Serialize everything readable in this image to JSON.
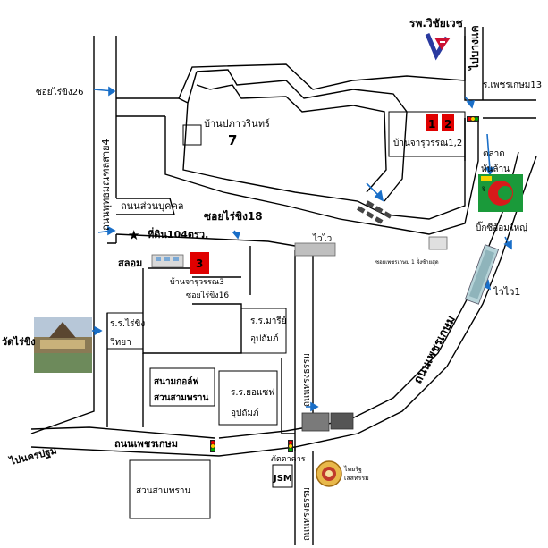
{
  "labels": {
    "hospital": "รพ.วิชัยเวช",
    "to_bangkhae": "ไปบางแค",
    "soi_raiking26": "ซอยไร่ขิง26",
    "road_left": "ถนนพุทธมณฑลสาย4",
    "phetkasem13": "ร.เพชรเกษม13",
    "baan_paphawarin": "บ้านปภาวรินทร์",
    "seven": "7",
    "num_1": "1",
    "num_2": "2",
    "baan_jaruwan12": "บ้านจารุวรรณ1,2",
    "market": "ตลาด",
    "tops_sign": "หันล้าน",
    "big_c_text": "ริ",
    "big_c_yai": "บิ๊กซีอ้อมใหญ่",
    "suan_bukkhon": "ถนนส่วนบุคคล",
    "soi_raiking18": "ซอยไร่ขิง18",
    "land": "ที่ดิน104ตรว.",
    "star": "★",
    "waiwai_top": "ไวไว",
    "sa_lom": "สลอม",
    "num_3": "3",
    "baan_jaruwan3": "บ้านจารุวรรณ3",
    "soi_raiking16": "ซอยไร่ขิง16",
    "waiwai1": "ไวไว1",
    "road_phetkasem_diag": "ถนนเพชรเกษม",
    "school_raiking_1": "ร.ร.ไร่ขิง",
    "school_raiking_2": "วิทยา",
    "school_mary_1": "ร.ร.มารีย์",
    "school_mary_2": "อุปถัมภ์",
    "wat_raiking": "วัดไร่ขิง",
    "golf_1": "สนามกอล์ฟ",
    "golf_2": "สวนสามพราน",
    "school_joseph_1": "ร.ร.ยอแซฟ",
    "school_joseph_2": "อุปถัมภ์",
    "road_mid_vert": "ถนนทรงธรรม",
    "road_phetkasem_bottom": "ถนนเพชรเกษม",
    "to_nakhonpathom": "ไปนครปฐม",
    "suan_samphran": "สวนสามพราน",
    "pharmacy": "ภัตตาคาร",
    "jsm": "JSM",
    "road_bottom_vert": "ถนนทรงธรรม",
    "seal_caption_1": "ไทยรัฐ",
    "seal_caption_2": "เลสทรรม",
    "sign_small": "ซอยเพชรเกษม 1 ฝั่งซ้ายสุด"
  },
  "colors": {
    "road": "#000000",
    "red_block": "#e00000",
    "red_text": "#e00000",
    "star": "#e00000",
    "blue_arrow": "#1a6fc8",
    "big_c_green": "#1a9a3a",
    "big_c_red": "#d81a1a",
    "hospital_red": "#cc1133",
    "hospital_blue": "#2a3aa0"
  }
}
